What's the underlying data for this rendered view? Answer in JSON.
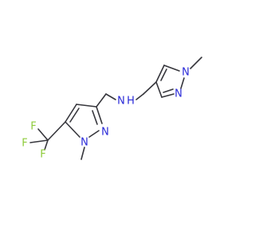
{
  "molecule": {
    "colors": {
      "bond": "#36363c",
      "carbon": "#36363c",
      "nitrogen": "#2a2ad8",
      "fluorine": "#8ecb3a"
    },
    "atoms": {
      "n_amine": "N",
      "h_amine": "H",
      "n_left_1": "N",
      "n_left_2": "N",
      "n_right_1": "N",
      "n_right_2": "N",
      "f_1": "F",
      "f_2": "F",
      "f_3": "F"
    }
  }
}
